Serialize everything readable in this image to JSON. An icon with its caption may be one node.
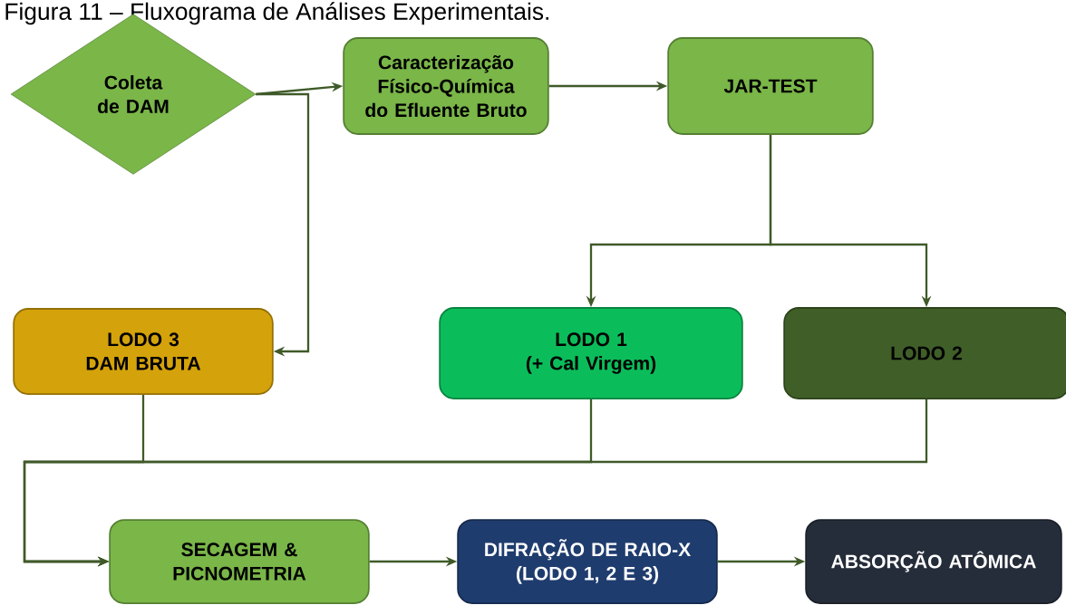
{
  "diagram": {
    "title": "Figura 11 – Fluxograma de Análises Experimentais.",
    "nodes": [
      {
        "text": [
          "Coleta de DAM"
        ]
      },
      {
        "text": [
          "Caracterização Físico-Química do Efluente Bruto"
        ]
      },
      {
        "text": [
          "JAR-TEST"
        ]
      },
      {
        "text": [
          "LODO 3",
          "DAM BRUTA"
        ]
      },
      {
        "text": [
          "LODO 1",
          "(+ Cal Virgem)"
        ]
      },
      {
        "text": [
          "LODO 2"
        ]
      },
      {
        "text": [
          "SECAGEM & PICNOMETRIA"
        ]
      },
      {
        "text": [
          "DIFRAÇÃO DE RAIO-X",
          "(LODO 1, 2 E 3)"
        ]
      },
      {
        "text": [
          "ABSORÇÃO ATÔMICA"
        ]
      }
    ],
    "edges": [
      {
        "from": 0,
        "to": 1,
        "arrow": "to"
      },
      {
        "from": 0,
        "to": 3,
        "arrow": "to"
      },
      {
        "from": 1,
        "to": 2,
        "arrow": "to"
      },
      {
        "from": 2,
        "to": 4,
        "arrow": "to"
      },
      {
        "from": 2,
        "to": 5,
        "arrow": "to"
      },
      {
        "from": 3,
        "to": 6,
        "arrow": "to"
      },
      {
        "from": 4,
        "to": 6,
        "arrow": "to"
      },
      {
        "from": 5,
        "to": 6,
        "arrow": "to"
      },
      {
        "from": 6,
        "to": 7,
        "arrow": "to"
      },
      {
        "from": 7,
        "to": 8,
        "arrow": "to"
      }
    ]
  }
}
